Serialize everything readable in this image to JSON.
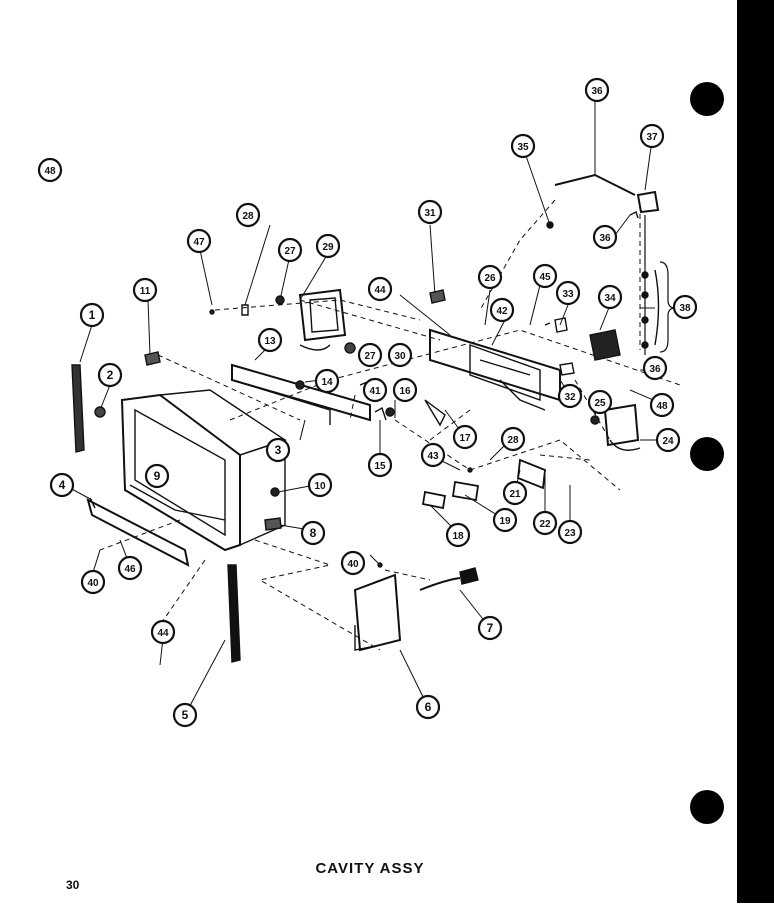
{
  "title": "CAVITY ASSY",
  "page_number": "30",
  "callouts": [
    "1",
    "2",
    "3",
    "4",
    "5",
    "6",
    "7",
    "8",
    "9",
    "10",
    "11",
    "13",
    "14",
    "15",
    "16",
    "17",
    "18",
    "19",
    "21",
    "22",
    "23",
    "24",
    "25",
    "26",
    "27",
    "27",
    "28",
    "28",
    "29",
    "30",
    "31",
    "32",
    "33",
    "34",
    "35",
    "36",
    "36",
    "36",
    "37",
    "38",
    "40",
    "40",
    "41",
    "42",
    "43",
    "44",
    "44",
    "45",
    "46",
    "47",
    "48",
    "48"
  ]
}
